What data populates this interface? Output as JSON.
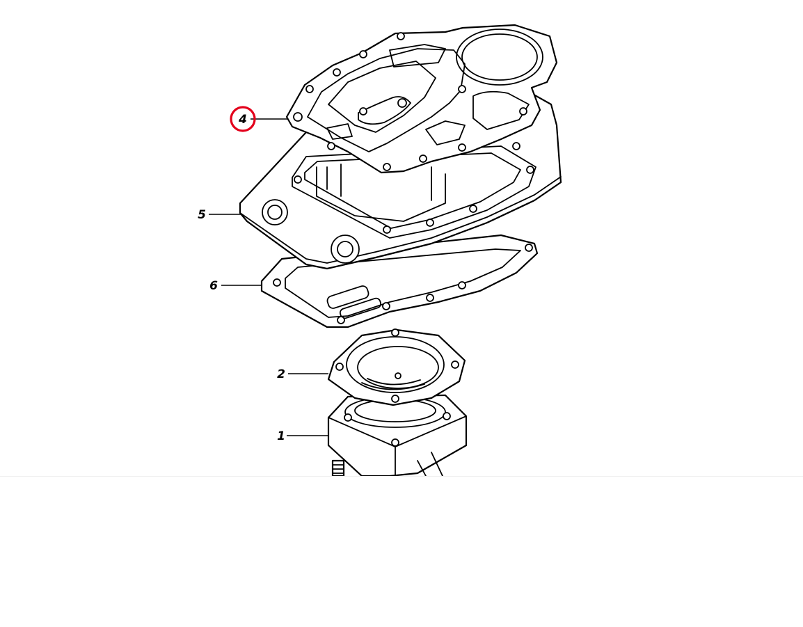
{
  "diagram": {
    "callouts": [
      "4",
      "5",
      "6",
      "2",
      "1"
    ],
    "highlighted_callout": "4",
    "colors": {
      "line": "#000000",
      "highlight": "#e3001b",
      "background": "#ffffff"
    }
  }
}
